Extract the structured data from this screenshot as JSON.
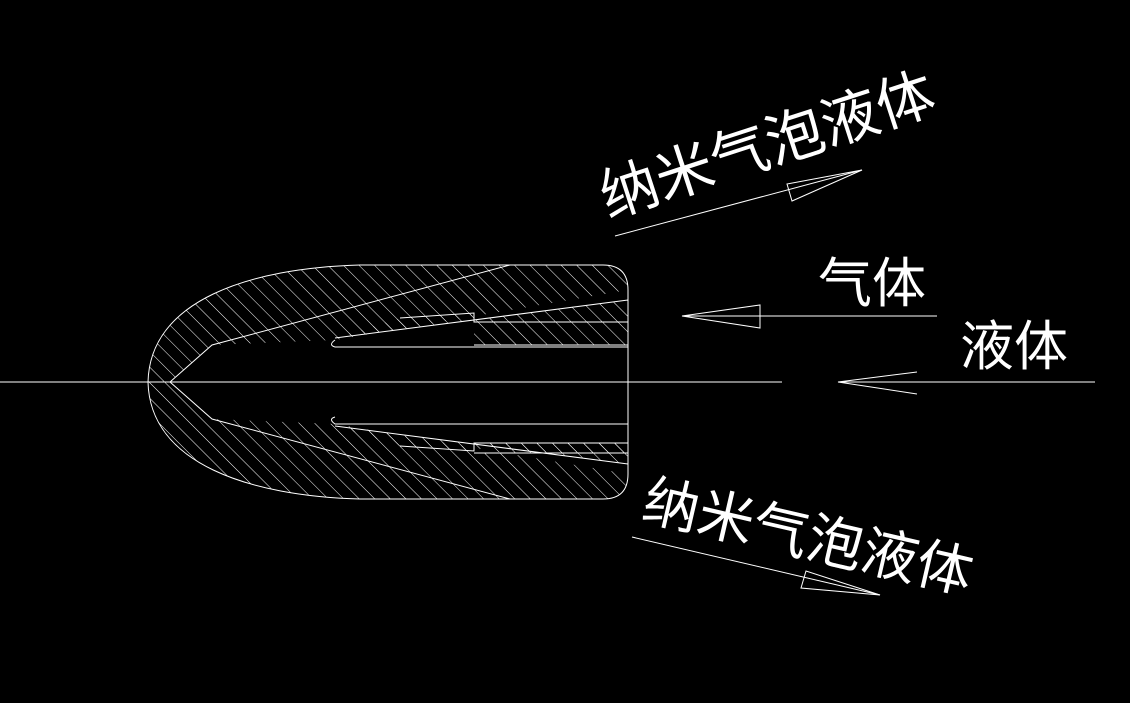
{
  "labels": {
    "output_top": "纳米气泡液体",
    "gas": "气体",
    "liquid": "液体",
    "output_bottom": "纳米气泡液体"
  },
  "colors": {
    "background": "#000000",
    "line": "#ffffff"
  }
}
